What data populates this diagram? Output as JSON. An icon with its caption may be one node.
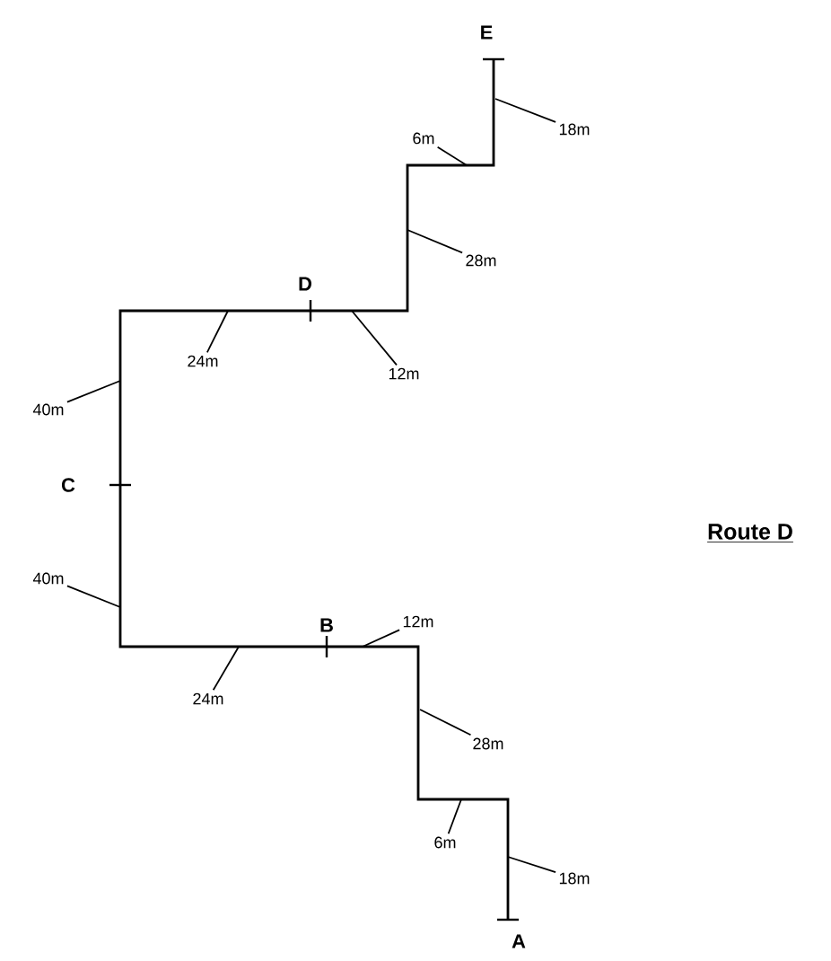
{
  "diagram": {
    "title": "Route D",
    "nodes": [
      {
        "text": [
          "18m"
        ]
      },
      {
        "text": [
          "6m"
        ]
      },
      {
        "text": [
          "28m"
        ]
      },
      {
        "text": [
          "24m"
        ]
      },
      {
        "text": [
          "12m"
        ]
      },
      {
        "text": [
          "40m"
        ]
      },
      {
        "text": [
          "40m"
        ]
      },
      {
        "text": [
          "12m"
        ]
      },
      {
        "text": [
          "24m"
        ]
      },
      {
        "text": [
          "28m"
        ]
      },
      {
        "text": [
          "6m"
        ]
      },
      {
        "text": [
          "18m"
        ]
      }
    ],
    "edges": [
      {
        "from": 0,
        "to": null,
        "arrow": "none"
      },
      {
        "from": 1,
        "to": null,
        "arrow": "none"
      },
      {
        "from": 2,
        "to": null,
        "arrow": "none"
      },
      {
        "from": 3,
        "to": null,
        "arrow": "none"
      },
      {
        "from": 4,
        "to": null,
        "arrow": "none"
      },
      {
        "from": 5,
        "to": null,
        "arrow": "none"
      },
      {
        "from": 6,
        "to": null,
        "arrow": "none"
      },
      {
        "from": 7,
        "to": null,
        "arrow": "none"
      },
      {
        "from": 8,
        "to": null,
        "arrow": "none"
      },
      {
        "from": 9,
        "to": null,
        "arrow": "none"
      },
      {
        "from": 10,
        "to": null,
        "arrow": "none"
      },
      {
        "from": 11,
        "to": null,
        "arrow": "none"
      }
    ],
    "labels": [
      "E",
      "D",
      "C",
      "B",
      "A"
    ]
  }
}
